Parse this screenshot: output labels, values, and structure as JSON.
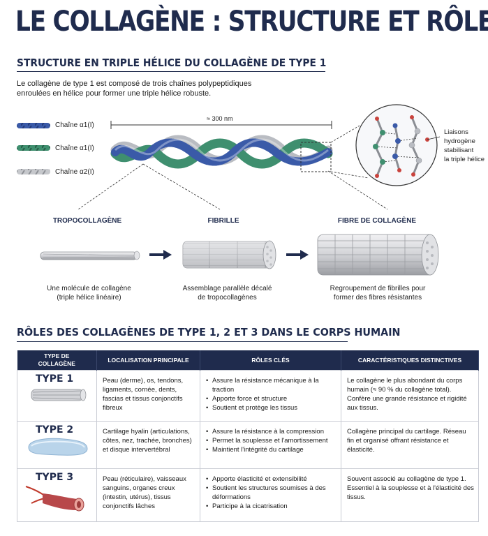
{
  "title": "LE COLLAGÈNE : STRUCTURE ET RÔLES",
  "section1": {
    "title": "STRUCTURE EN TRIPLE HÉLICE DU COLLAGÈNE DE TYPE 1",
    "intro": "Le collagène de type 1 est composé de trois chaînes polypeptidiques enroulées en hélice pour former une triple hélice robuste.",
    "legend": [
      {
        "label": "Chaîne α1(I)",
        "color": "#3a5aa8"
      },
      {
        "label": "Chaîne α1(I)",
        "color": "#3f8f6f"
      },
      {
        "label": "Chaîne α2(I)",
        "color": "#b9bcc2"
      }
    ],
    "dimension": "≈ 300 nm",
    "hbond_label": [
      "Liaisons",
      "hydrogène",
      "stabilisant",
      "la triple hélice"
    ],
    "stages": [
      {
        "title": "TROPOCOLLAGÈNE",
        "desc": [
          "Une molécule de collagène",
          "(triple hélice linéaire)"
        ]
      },
      {
        "title": "FIBRILLE",
        "desc": [
          "Assemblage parallèle décalé",
          "de tropocollagènes"
        ]
      },
      {
        "title": "FIBRE DE COLLAGÈNE",
        "desc": [
          "Regroupement de fibrilles pour",
          "former des fibres résistantes"
        ]
      }
    ]
  },
  "section2": {
    "title": "RÔLES DES COLLAGÈNES DE TYPE 1, 2 ET 3 DANS LE CORPS HUMAIN",
    "headers": [
      "TYPE DE\nCOLLAGÈNE",
      "LOCALISATION PRINCIPALE",
      "RÔLES CLÉS",
      "CARACTÉRISTIQUES DISTINCTIVES"
    ],
    "rows": [
      {
        "type": "TYPE 1",
        "localisation": "Peau (derme), os, tendons, ligaments, cornée, dents, fascias et tissus conjonctifs fibreux",
        "roles": [
          "Assure la résistance mécanique à la traction",
          "Apporte force et structure",
          "Soutient et protège les tissus"
        ],
        "caracteristiques": "Le collagène le plus abondant du corps humain (≈ 90 % du collagène total). Confère une grande résistance et rigidité aux tissus."
      },
      {
        "type": "TYPE 2",
        "localisation": "Cartilage hyalin (articulations, côtes, nez, trachée, bronches) et disque intervertébral",
        "roles": [
          "Assure la résistance à la compression",
          "Permet la souplesse et l'amortissement",
          "Maintient l'intégrité du cartilage"
        ],
        "caracteristiques": "Collagène principal du cartilage. Réseau fin et organisé offrant résistance et élasticité."
      },
      {
        "type": "TYPE 3",
        "localisation": "Peau (réticulaire), vaisseaux sanguins, organes creux (intestin, utérus), tissus conjonctifs lâches",
        "roles": [
          "Apporte élasticité et extensibilité",
          "Soutient les structures soumises à des déformations",
          "Participe à la cicatrisation"
        ],
        "caracteristiques": "Souvent associé au collagène de type 1. Essentiel à la souplesse et à l'élasticité des tissus."
      }
    ]
  }
}
